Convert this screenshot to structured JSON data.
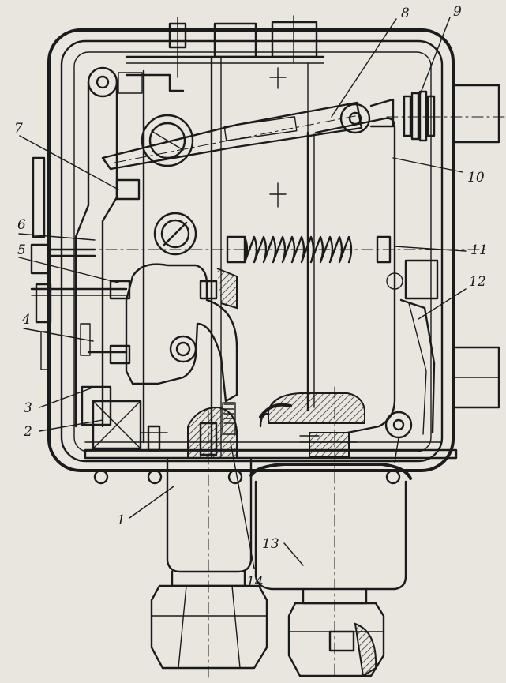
{
  "diagram": {
    "callouts": [
      {
        "id": "c1",
        "text": "1"
      },
      {
        "id": "c2",
        "text": "2"
      },
      {
        "id": "c3",
        "text": "3"
      },
      {
        "id": "c4",
        "text": "4"
      },
      {
        "id": "c5",
        "text": "5"
      },
      {
        "id": "c6",
        "text": "6"
      },
      {
        "id": "c7",
        "text": "7"
      },
      {
        "id": "c8",
        "text": "8"
      },
      {
        "id": "c9",
        "text": "9"
      },
      {
        "id": "c10",
        "text": "10"
      },
      {
        "id": "c11",
        "text": "11"
      },
      {
        "id": "c12",
        "text": "12"
      },
      {
        "id": "c13",
        "text": "13"
      },
      {
        "id": "c14",
        "text": "14"
      }
    ],
    "colors": {
      "ink": "#1b1b1b",
      "paper": "#e9e6e0"
    }
  }
}
